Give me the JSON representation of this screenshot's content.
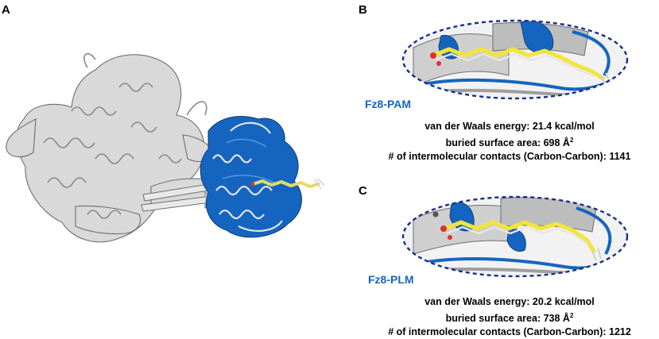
{
  "panels": {
    "a": {
      "letter": "A"
    },
    "b": {
      "letter": "B",
      "structure_label": "Fz8-PAM",
      "vdw_energy": "van der Waals energy: 21.4 kcal/mol",
      "buried_area_prefix": "buried surface area: 698 Å",
      "buried_area_sup": "2",
      "contacts": "# of intermolecular contacts (Carbon-Carbon): 1141"
    },
    "c": {
      "letter": "C",
      "structure_label": "Fz8-PLM",
      "vdw_energy": "van der Waals energy: 20.2 kcal/mol",
      "buried_area_prefix": "buried surface area: 738 Å",
      "buried_area_sup": "2",
      "contacts": "# of intermolecular contacts (Carbon-Carbon): 1212"
    }
  },
  "colors": {
    "protein_grey": "#d9d9d9",
    "protein_outline": "#6e6e6e",
    "fz8_blue": "#1565c0",
    "lipid_yellow": "#f2e53a",
    "oxygen_red": "#e03030",
    "ellipse_navy": "#1a2f8a"
  }
}
